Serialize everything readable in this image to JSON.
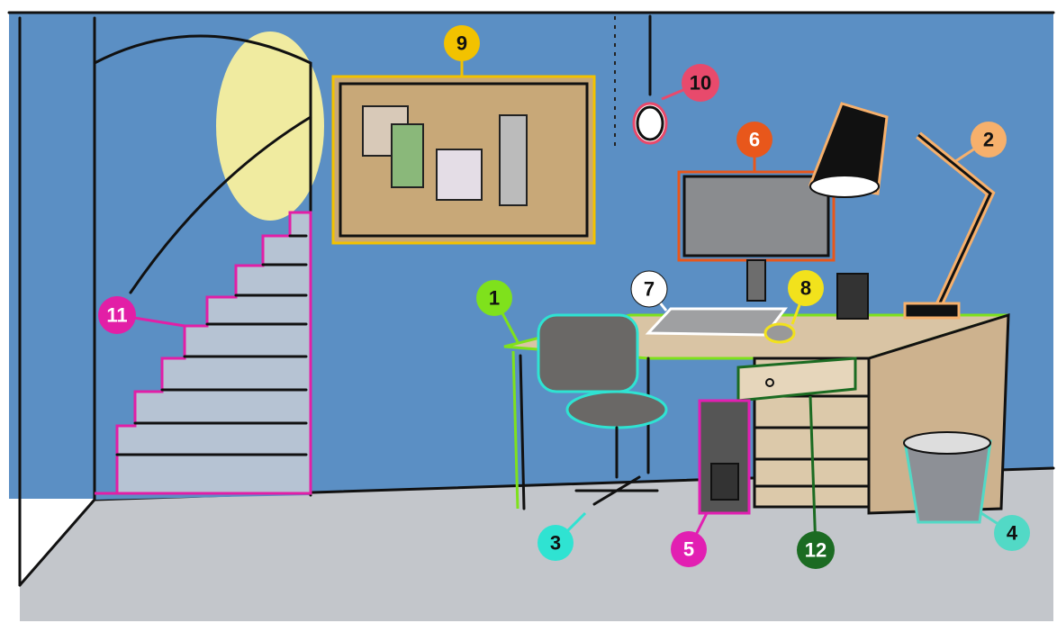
{
  "scene": "office-room-illustration",
  "labels": [
    {
      "id": "1",
      "object": "desk",
      "color": "#7fe11c",
      "text_color": "#111111"
    },
    {
      "id": "2",
      "object": "desk-lamp",
      "color": "#f6b06c",
      "text_color": "#111111"
    },
    {
      "id": "3",
      "object": "office-chair",
      "color": "#2fe3d2",
      "text_color": "#111111"
    },
    {
      "id": "4",
      "object": "waste-bin",
      "color": "#52d9c6",
      "text_color": "#111111"
    },
    {
      "id": "5",
      "object": "computer-tower",
      "color": "#e21fb2",
      "text_color": "#ffffff"
    },
    {
      "id": "6",
      "object": "monitor",
      "color": "#e8571b",
      "text_color": "#ffffff"
    },
    {
      "id": "7",
      "object": "keyboard",
      "color": "#ffffff",
      "text_color": "#111111"
    },
    {
      "id": "8",
      "object": "mouse",
      "color": "#f2e21c",
      "text_color": "#111111"
    },
    {
      "id": "9",
      "object": "corkboard",
      "color": "#f2c200",
      "text_color": "#111111"
    },
    {
      "id": "10",
      "object": "light-bulb",
      "color": "#e84a6c",
      "text_color": "#111111"
    },
    {
      "id": "11",
      "object": "staircase",
      "color": "#e21fa6",
      "text_color": "#ffffff"
    },
    {
      "id": "12",
      "object": "drawer",
      "color": "#1b6b22",
      "text_color": "#ffffff"
    }
  ]
}
